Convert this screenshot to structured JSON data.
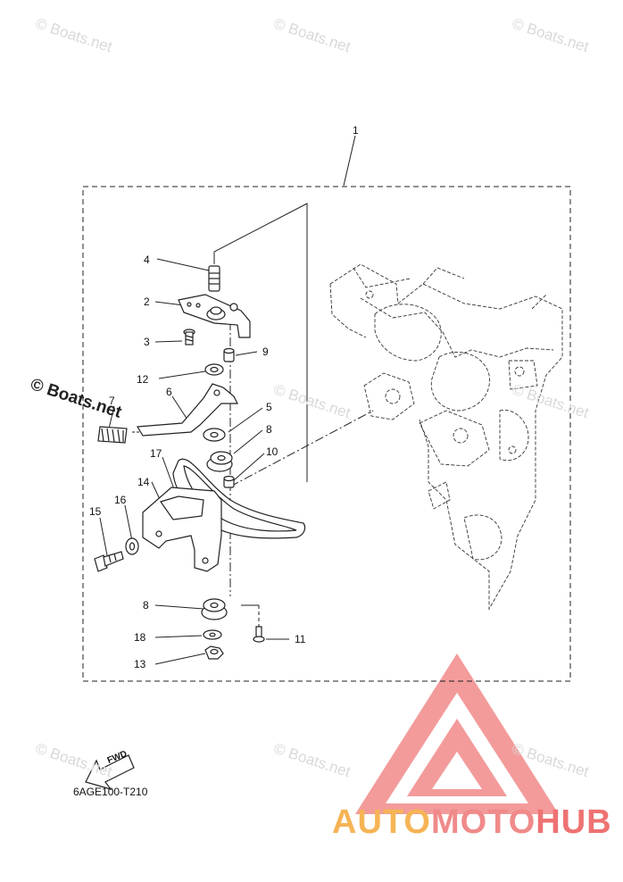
{
  "watermarks": [
    "© Boats.net",
    "© Boats.net",
    "© Boats.net",
    "© Boats.net",
    "© Boats.net",
    "© Boats.net",
    "© Boats.net",
    "© Boats.net"
  ],
  "watermark_prominent": "© Boats.net",
  "callouts": [
    "1",
    "2",
    "3",
    "4",
    "5",
    "6",
    "7",
    "8",
    "8",
    "9",
    "10",
    "11",
    "12",
    "13",
    "14",
    "15",
    "16",
    "17",
    "18"
  ],
  "fwd_label": "FWD",
  "diagram_code": "6AGE100-T210",
  "brand": {
    "part1": "AUTO",
    "part2": "MOTO",
    "part3": "HUB",
    "colors": {
      "part1": "#f6b455",
      "part2": "#f08a8a",
      "part3": "#ee7272",
      "logo": "#f07a7a"
    }
  },
  "colors": {
    "line": "#222222",
    "watermark": "#d9d9d9"
  }
}
